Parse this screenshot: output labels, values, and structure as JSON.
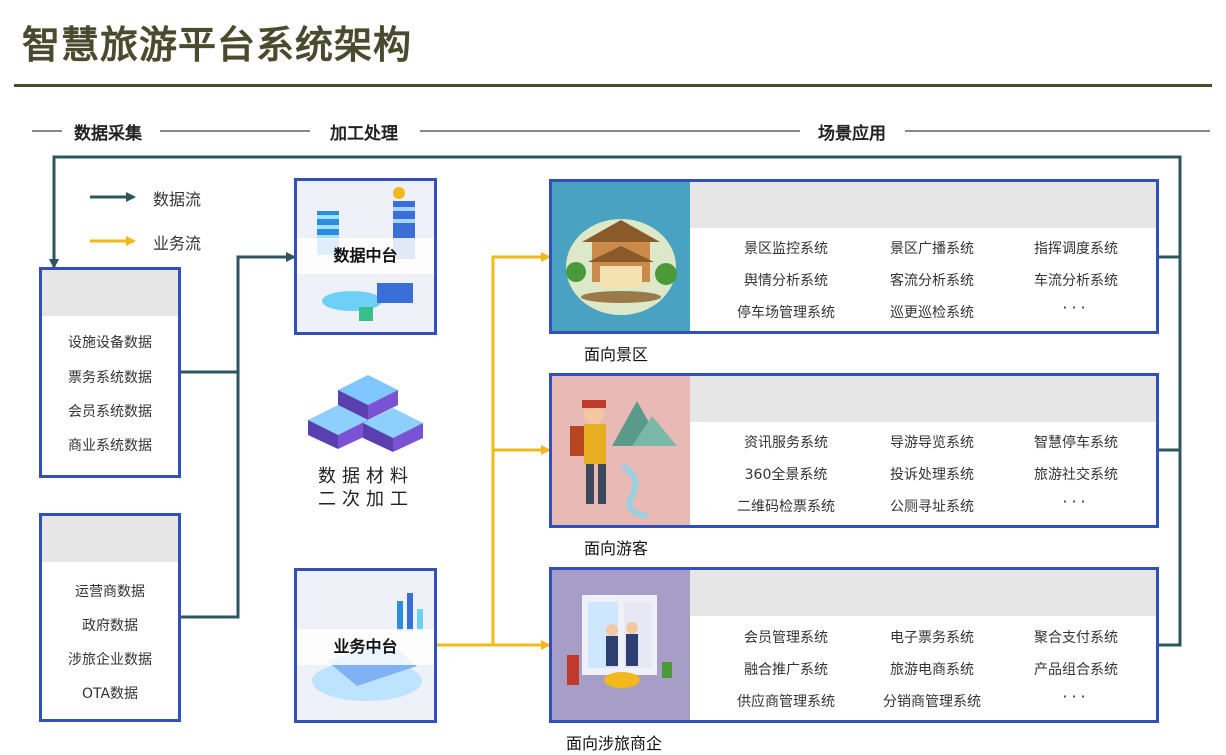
{
  "title": "智慧旅游平台系统架构",
  "sections": {
    "collect": "数据采集",
    "process": "加工处理",
    "apply": "场景应用"
  },
  "legend": {
    "data_flow": "数据流",
    "business_flow": "业务流"
  },
  "colors": {
    "data_flow": "#2d5560",
    "business_flow": "#f2b81c",
    "border": "#3350b8",
    "title": "#4a4a2e"
  },
  "sources_top": [
    "设施设备数据",
    "票务系统数据",
    "会员系统数据",
    "商业系统数据"
  ],
  "sources_bottom": [
    "运营商数据",
    "政府数据",
    "涉旅企业数据",
    "OTA数据"
  ],
  "middle": {
    "data_platform": "数据中台",
    "caption_line1": "数据材料",
    "caption_line2": "二次加工",
    "business_platform": "业务中台"
  },
  "scenes": [
    {
      "label": "面向景区",
      "systems": [
        "景区监控系统",
        "景区广播系统",
        "指挥调度系统",
        "舆情分析系统",
        "客流分析系统",
        "车流分析系统",
        "停车场管理系统",
        "巡更巡检系统",
        "···"
      ]
    },
    {
      "label": "面向游客",
      "systems": [
        "资讯服务系统",
        "导游导览系统",
        "智慧停车系统",
        "360全景系统",
        "投诉处理系统",
        "旅游社交系统",
        "二维码检票系统",
        "公厕寻址系统",
        "···"
      ]
    },
    {
      "label": "面向涉旅商企",
      "systems": [
        "会员管理系统",
        "电子票务系统",
        "聚合支付系统",
        "融合推广系统",
        "旅游电商系统",
        "产品组合系统",
        "供应商管理系统",
        "分销商管理系统",
        "···"
      ]
    }
  ]
}
